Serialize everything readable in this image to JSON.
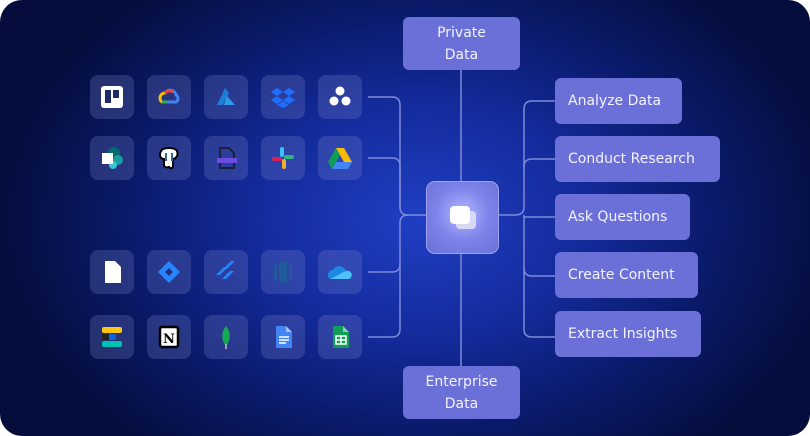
{
  "sources": {
    "rows": [
      [
        "trello-icon",
        "google-cloud-icon",
        "azure-icon",
        "dropbox-icon",
        "asana-icon"
      ],
      [
        "sharepoint-icon",
        "postgresql-icon",
        "file-storage-icon",
        "slack-icon",
        "google-drive-icon"
      ],
      [
        "document-icon",
        "jira-icon",
        "jira-software-icon",
        "redshift-icon",
        "onedrive-icon"
      ],
      [
        "elastic-icon",
        "notion-icon",
        "mongodb-icon",
        "google-docs-icon",
        "google-sheets-icon"
      ]
    ]
  },
  "top_node": {
    "label": "Private Data"
  },
  "bottom_node": {
    "label": "Enterprise Data"
  },
  "hub": {
    "icon": "copy-layers-icon"
  },
  "actions": [
    {
      "label": "Analyze Data"
    },
    {
      "label": "Conduct Research"
    },
    {
      "label": "Ask Questions"
    },
    {
      "label": "Create Content"
    },
    {
      "label": "Extract Insights"
    }
  ],
  "colors": {
    "accent": "#6b70d8",
    "line": "#7e8ad8"
  }
}
